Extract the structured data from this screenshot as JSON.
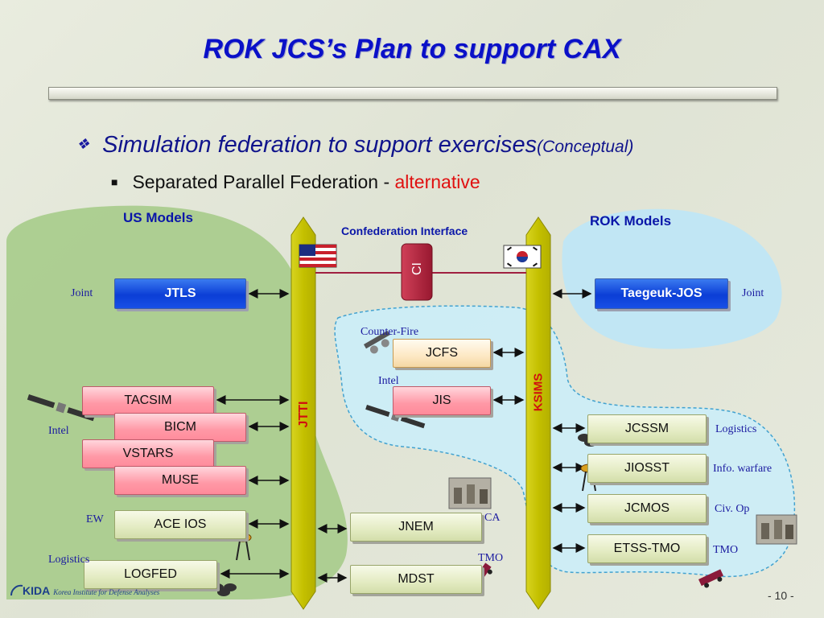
{
  "slide": {
    "title": "ROK JCS’s Plan to support CAX",
    "bullet1_main": "Simulation federation to support exercises",
    "bullet1_small": "(Conceptual)",
    "bullet2_main": "Separated Parallel Federation - ",
    "bullet2_red": "alternative",
    "page_number": "- 10 -",
    "logo_name": "KIDA",
    "logo_caption": "Korea Institute for Defense Analyses"
  },
  "diagram": {
    "us_models": "US Models",
    "rok_models": "ROK Models",
    "confed_label": "Confederation Interface",
    "ci": "CI",
    "jtti": "JTTI",
    "ksims": "KSIMS",
    "jtls": "JTLS",
    "taegeuk": "Taegeuk-JOS",
    "joint_left": "Joint",
    "joint_right": "Joint",
    "tacsim": "TACSIM",
    "bicm": "BICM",
    "vstars": "VSTARS",
    "muse": "MUSE",
    "ace_ios": "ACE IOS",
    "logfed": "LOGFED",
    "jnem": "JNEM",
    "mdst": "MDST",
    "jcfs": "JCFS",
    "jis": "JIS",
    "jcssm": "JCSSM",
    "jiosst": "JIOSST",
    "jcmos": "JCMOS",
    "etss_tmo": "ETSS-TMO",
    "intel_left": "Intel",
    "ew": "EW",
    "logistics_left": "Logistics",
    "counter_fire": "Counter-Fire",
    "intel_mid": "Intel",
    "ca": "CA",
    "tmo_mid": "TMO",
    "logistics_right": "Logistics",
    "info_warfare": "Info. warfare",
    "civ_op": "Civ. Op",
    "tmo_right": "TMO"
  },
  "colors": {
    "title": "#0a10c8",
    "us_region": "#a8cc8c",
    "rok_region": "#bfe6f6",
    "bus": "#c8c400",
    "ci_box": "#b02038"
  }
}
